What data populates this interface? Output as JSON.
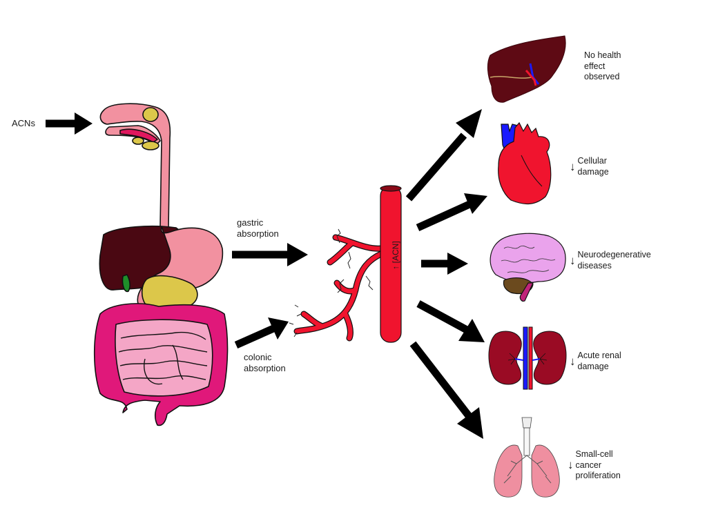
{
  "input": {
    "label": "ACNs"
  },
  "pathways": {
    "gastric": [
      "gastric",
      "absorption"
    ],
    "colonic": [
      "colonic",
      "absorption"
    ]
  },
  "bloodstream": {
    "label": "[ACN]",
    "arrow": "↑"
  },
  "organs": [
    {
      "name": "liver",
      "indicator": "",
      "lines": [
        "No health",
        "effect",
        "observed"
      ]
    },
    {
      "name": "heart",
      "indicator": "↓",
      "lines": [
        "Cellular",
        "damage"
      ]
    },
    {
      "name": "brain",
      "indicator": "↓",
      "lines": [
        "Neurodegenerative",
        "diseases"
      ]
    },
    {
      "name": "kidneys",
      "indicator": "↓",
      "lines": [
        "Acute renal",
        "damage"
      ]
    },
    {
      "name": "lungs",
      "indicator": "↓",
      "lines": [
        "Small-cell",
        "cancer",
        "proliferation"
      ]
    }
  ],
  "colors": {
    "artery": "#f0142e",
    "digestive": "#f291a0",
    "colon": "#e0187a",
    "small_intestine": "#f4a6c6",
    "liver": "#5e0a14",
    "gland": "#dcc74a",
    "brain": "#eaa3ec",
    "kidney": "#9a0b24",
    "lung": "#ef8fa0",
    "vein": "#1a1aff"
  }
}
